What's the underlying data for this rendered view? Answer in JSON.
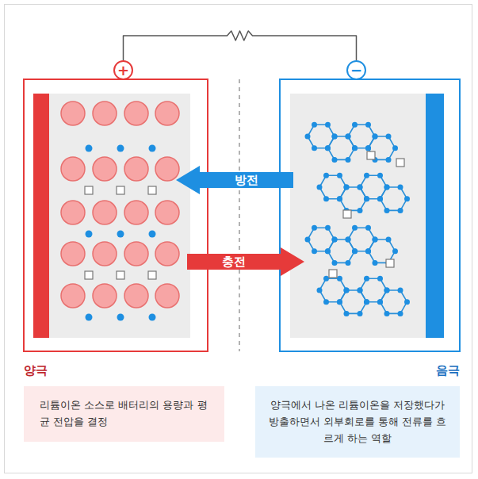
{
  "diagram": {
    "nodes": [
      {
        "text": [
          "+"
        ]
      },
      {
        "text": [
          "−"
        ]
      },
      {
        "text": [
          "방전"
        ]
      },
      {
        "text": [
          "충전"
        ]
      },
      {
        "text": [
          "양극",
          "리튬이온 소스로 배터리의 용량과 평균 전압을 결정"
        ]
      },
      {
        "text": [
          "음극",
          "양극에서 나온 리튬이온을 저장했다가 방출하면서 외부회로를 통해 전류를 흐르게 하는 역할"
        ]
      }
    ],
    "edges": [
      {
        "from": 0,
        "to": 1,
        "arrow": "none"
      }
    ]
  }
}
